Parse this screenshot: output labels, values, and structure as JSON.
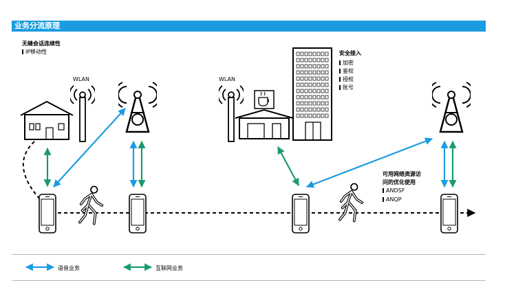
{
  "header": {
    "title": "业务分流原理"
  },
  "labels": {
    "seamless_title": "无缝会话连续性",
    "ip_mobility": "IP移动性",
    "wlan_left": "WLAN",
    "wlan_mid": "WLAN",
    "security_title": "安全接入",
    "security_items": [
      "加密",
      "鉴权",
      "授权",
      "账号"
    ],
    "optimize_title_1": "可用网络资源访",
    "optimize_title_2": "问的优化使用",
    "optimize_items": [
      "ANDSF",
      "ANQP"
    ]
  },
  "legend": {
    "voice": "语音业务",
    "internet": "互联网业务"
  },
  "colors": {
    "header_bg": "#1b9ce0",
    "voice_arrow": "#1b9ce0",
    "internet_arrow": "#1a9a6e"
  }
}
